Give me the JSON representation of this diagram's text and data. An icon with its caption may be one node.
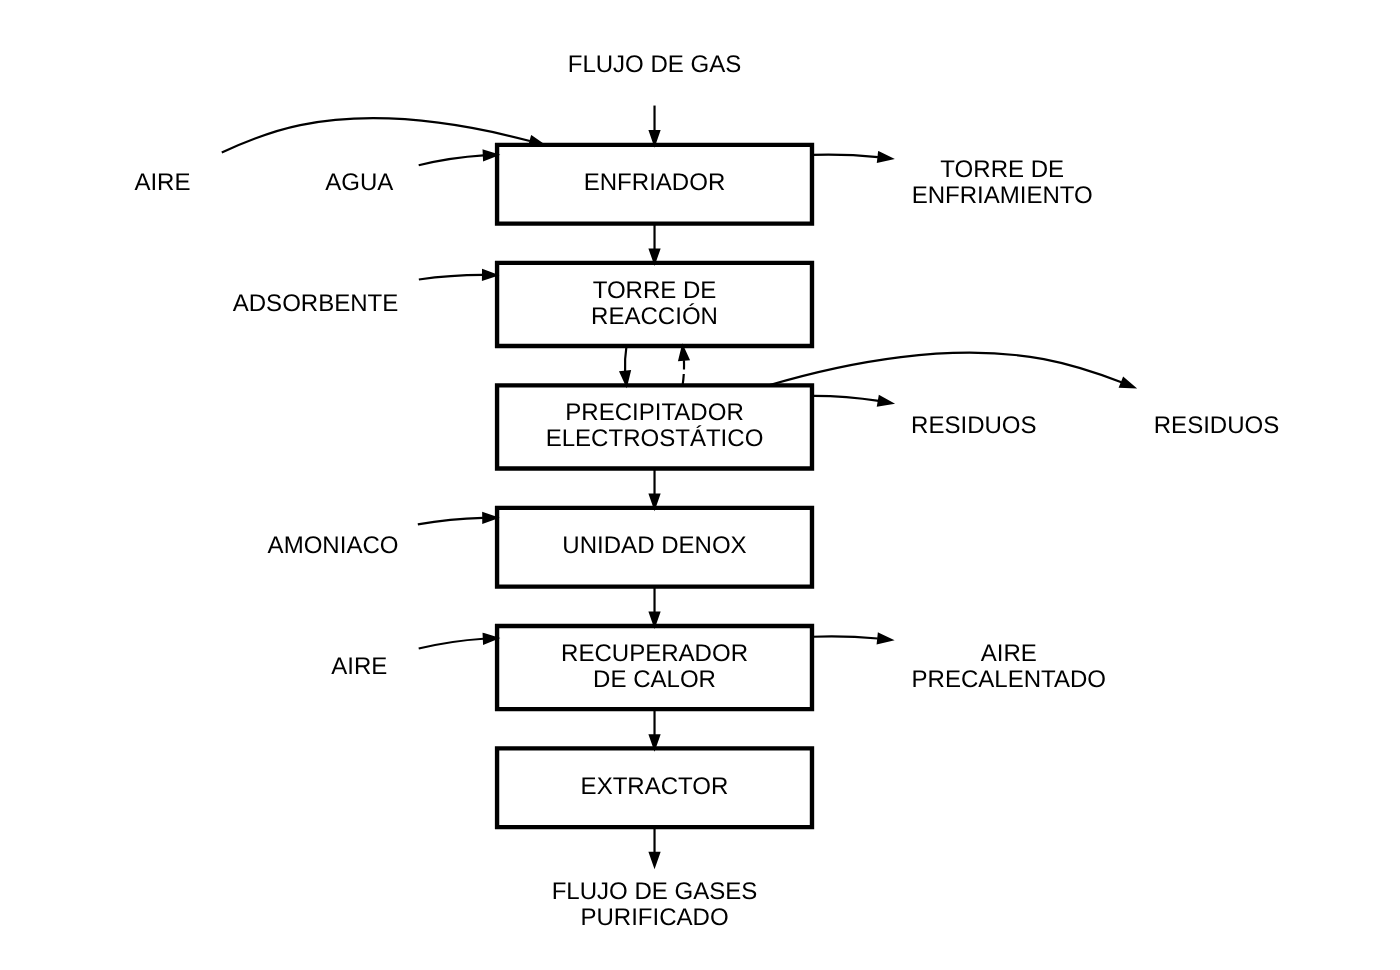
{
  "diagram": {
    "nodes": [
      {
        "text": [
          "FLUJO DE GAS"
        ]
      },
      {
        "text": [
          "ENFRIADOR"
        ]
      },
      {
        "text": [
          "TORRE DE REACCIÓN"
        ]
      },
      {
        "text": [
          "PRECIPITADOR ELECTROSTÁTICO"
        ]
      },
      {
        "text": [
          "UNIDAD DENOX"
        ]
      },
      {
        "text": [
          "RECUPERADOR DE CALOR"
        ]
      },
      {
        "text": [
          "EXTRACTOR"
        ]
      },
      {
        "text": [
          "FLUJO DE GASES PURIFICADO"
        ]
      },
      {
        "text": [
          "AIRE"
        ]
      },
      {
        "text": [
          "AGUA"
        ]
      },
      {
        "text": [
          "TORRE DE ENFRIAMIENTO"
        ]
      },
      {
        "text": [
          "ADSORBENTE"
        ]
      },
      {
        "text": [
          "RESIDUOS"
        ]
      },
      {
        "text": [
          "RESIDUOS"
        ]
      },
      {
        "text": [
          "AMONIACO"
        ]
      },
      {
        "text": [
          "AIRE"
        ]
      },
      {
        "text": [
          "AIRE PRECALENTADO"
        ]
      }
    ],
    "edges": [
      {
        "from": 0,
        "to": 1,
        "arrow": "to"
      },
      {
        "from": 1,
        "to": 2,
        "arrow": "to"
      },
      {
        "from": 2,
        "to": 3,
        "arrow": "to"
      },
      {
        "from": 3,
        "to": 4,
        "arrow": "to"
      },
      {
        "from": 4,
        "to": 5,
        "arrow": "to"
      },
      {
        "from": 5,
        "to": 6,
        "arrow": "to"
      },
      {
        "from": 6,
        "to": 7,
        "arrow": "to"
      },
      {
        "from": 8,
        "to": 1,
        "arrow": "to"
      },
      {
        "from": 9,
        "to": 1,
        "arrow": "to"
      },
      {
        "from": 1,
        "to": 10,
        "arrow": "to"
      },
      {
        "from": 11,
        "to": 2,
        "arrow": "to"
      },
      {
        "from": 3,
        "to": 12,
        "arrow": "to"
      },
      {
        "from": 3,
        "to": 13,
        "arrow": "to"
      },
      {
        "from": 3,
        "to": 2,
        "arrow": "to",
        "style": "dashed"
      },
      {
        "from": 14,
        "to": 4,
        "arrow": "to"
      },
      {
        "from": 15,
        "to": 5,
        "arrow": "to"
      },
      {
        "from": 5,
        "to": 16,
        "arrow": "to"
      }
    ]
  }
}
